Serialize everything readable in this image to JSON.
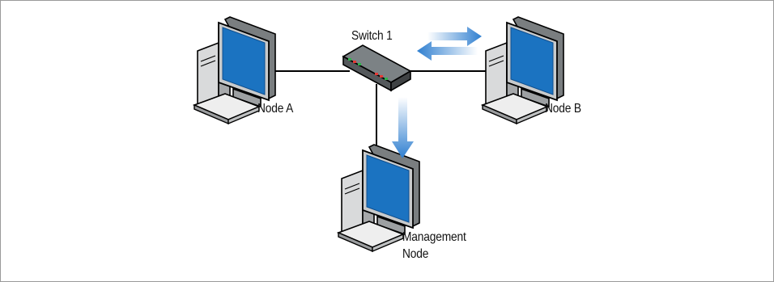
{
  "nodes": {
    "switch": {
      "label": "Switch 1"
    },
    "node_a": {
      "label": "Node A"
    },
    "node_b": {
      "label": "Node B"
    },
    "management": {
      "label_line1": "Management",
      "label_line2": "Node"
    }
  },
  "colors": {
    "screen": "#1b73c1",
    "screen_edge": "#0f4f8f",
    "arrow": "#3a86d4",
    "arrow_light": "#cfe3f7",
    "cable": "#000000",
    "switch_body": "#6e7477"
  },
  "icons": [
    "computer-icon",
    "network-switch-icon",
    "arrow-bidirectional-icon",
    "arrow-down-icon"
  ]
}
